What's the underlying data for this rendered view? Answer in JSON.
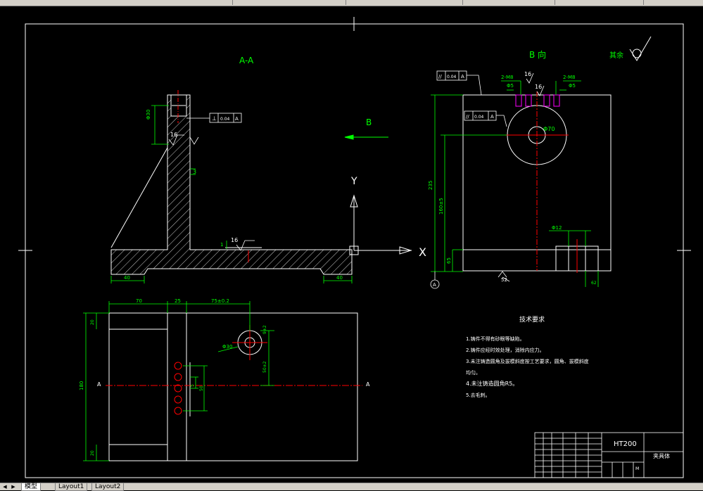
{
  "colors": {
    "background": "#000000",
    "outline": "#ffffff",
    "dimension": "#00ff00",
    "centerline": "#ff0000",
    "magenta": "#ff00ff",
    "cyan": "#00ffff",
    "yellow": "#ffff00"
  },
  "drawing": {
    "section_a_label": "A-A",
    "view_b_label": "B 向",
    "arrow_b_label": "B",
    "roughness_label": "其余",
    "axis_x": "X",
    "axis_y": "Y",
    "datum_a": "A",
    "left_view": {
      "dim_40_left": "40",
      "dim_40_right": "40",
      "dim_phi30": "Φ30",
      "dim_16": "16",
      "dim_3": "3",
      "dim_1": "1",
      "roughness_16a": "16",
      "roughness_16b": "16",
      "tol_perp_sym": "⊥",
      "tol_perp_val": "0.04",
      "tol_perp_datum": "A"
    },
    "right_view": {
      "tol_par_sym": "//",
      "tol_par_val": "0.04",
      "tol_par_datum": "A",
      "tol_par2_sym": "//",
      "tol_par2_val": "0.04",
      "tol_par2_datum": "A",
      "holes_left": "2-M8",
      "holes_left_sub": "Φ5",
      "holes_right": "2-M8",
      "holes_right_sub": "Φ5",
      "dim_16": "16",
      "dim_16b": "16",
      "dim_phi70": "Φ70",
      "dim_235": "235",
      "dim_160": "160±5",
      "dim_65": "65",
      "dim_phi12": "Φ12",
      "dim_52": "52",
      "dim_62": "62"
    },
    "plan_view": {
      "dim_70": "70",
      "dim_25": "25",
      "dim_75": "75±0.2",
      "dim_20_top": "20",
      "dim_20_bot": "20",
      "dim_180": "180",
      "dim_phi30": "Φ30",
      "dim_90a": "9±2",
      "dim_90b": "50±2",
      "dim_5": "5",
      "dim_50": "50",
      "section_left": "A",
      "section_right": "A"
    },
    "notes": {
      "title": "技术要求",
      "items": [
        "1.铸件不得有砂眼等缺陷。",
        "2.铸件应经时效处理，消除内应力。",
        "3.未注铸造圆角及拔模斜度按工艺要求，圆角、拔模斜度",
        "均匀。",
        "4.未注铸造圆角R5。",
        "5.去毛刺。"
      ]
    },
    "title_block": {
      "material": "HT200",
      "part_name": "夹具体",
      "scale_mark": "M"
    }
  },
  "tabs": {
    "model": "模型",
    "layout1": "Layout1",
    "layout2": "Layout2"
  }
}
